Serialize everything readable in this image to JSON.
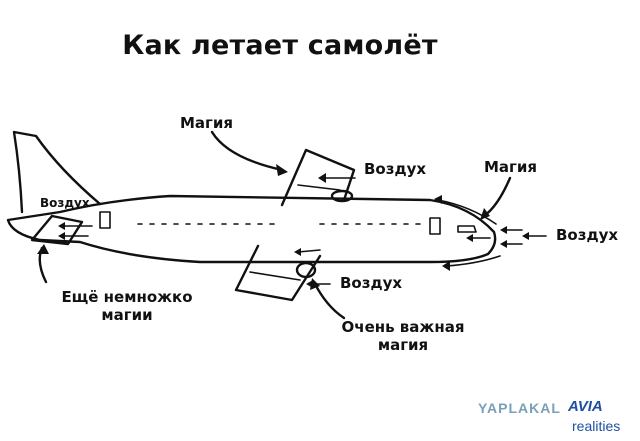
{
  "title": "Как летает самолёт",
  "labels": {
    "magic_top": "Магия",
    "air_top_wing": "Воздух",
    "magic_nose": "Магия",
    "air_tail": "Воздух",
    "air_nose": "Воздух",
    "air_bottom_wing": "Воздух",
    "more_magic_line1": "Ещё немножко",
    "more_magic_line2": "магии",
    "important_magic_line1": "Очень важная",
    "important_magic_line2": "магия"
  },
  "watermark": {
    "site": "YAPLAKAL",
    "brand": "AVIA",
    "brand_sub": "realities"
  },
  "colors": {
    "ink": "#111111",
    "watermark_site": "#7a9fb8",
    "watermark_brand": "#1e4fa0"
  }
}
